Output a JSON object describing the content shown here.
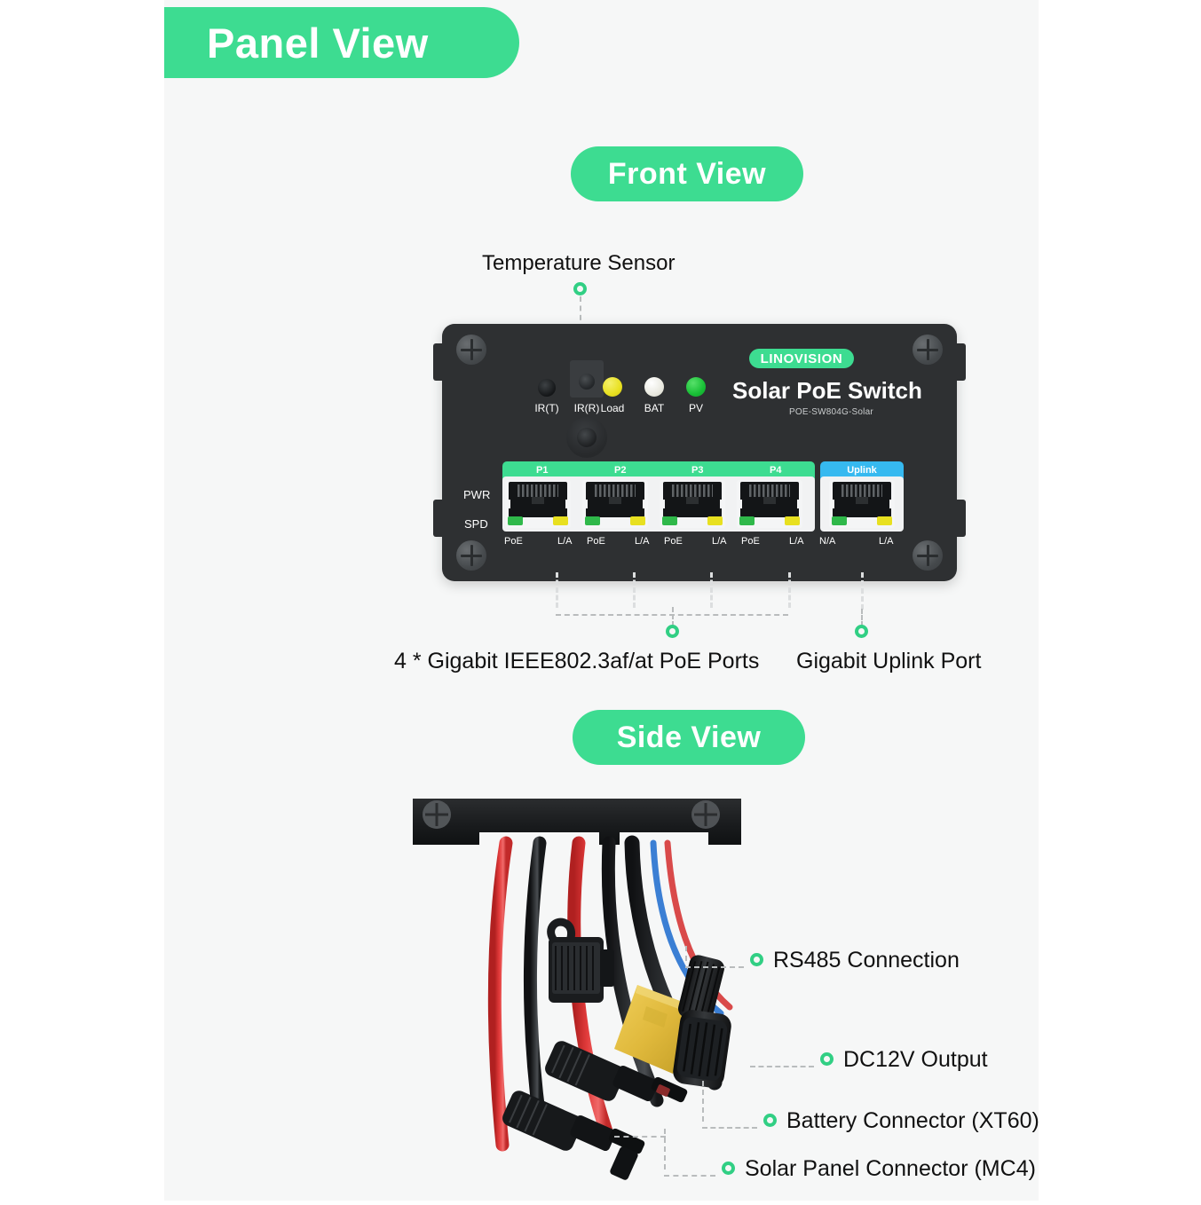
{
  "theme": {
    "accent_green": "#3ddc91",
    "dot_green": "#31cf84",
    "uplink_blue": "#36b9f0",
    "panel_bg": "#f6f7f7",
    "device_body": "#2e3032"
  },
  "badges": {
    "panel_view": "Panel View",
    "front_view": "Front View",
    "side_view": "Side View"
  },
  "front_view": {
    "callouts": {
      "temperature_sensor": "Temperature Sensor",
      "poe_ports": "4 * Gigabit IEEE802.3af/at PoE Ports",
      "uplink_port": "Gigabit Uplink Port"
    },
    "device": {
      "brand": "LINOVISION",
      "title": "Solar PoE Switch",
      "model": "POE-SW804G-Solar",
      "indicators": [
        {
          "label": "IR(T)",
          "type": "ir-receiver"
        },
        {
          "label": "IR(R)",
          "type": "ir-button"
        },
        {
          "label": "Load",
          "type": "led",
          "color": "yellow"
        },
        {
          "label": "BAT",
          "type": "led",
          "color": "white"
        },
        {
          "label": "PV",
          "type": "led",
          "color": "green"
        }
      ],
      "side_indicators": [
        {
          "label": "PWR",
          "color": "green"
        },
        {
          "label": "SPD",
          "color": "green"
        }
      ],
      "ports": [
        {
          "name": "P1",
          "group": "poe",
          "leds": [
            "PoE",
            "L/A"
          ]
        },
        {
          "name": "P2",
          "group": "poe",
          "leds": [
            "PoE",
            "L/A"
          ]
        },
        {
          "name": "P3",
          "group": "poe",
          "leds": [
            "PoE",
            "L/A"
          ]
        },
        {
          "name": "P4",
          "group": "poe",
          "leds": [
            "PoE",
            "L/A"
          ]
        },
        {
          "name": "Uplink",
          "group": "uplink",
          "leds": [
            "N/A",
            "L/A"
          ]
        }
      ],
      "led_row_labels": [
        "PoE",
        "L/A",
        "PoE",
        "L/A",
        "PoE",
        "L/A",
        "PoE",
        "L/A",
        "N/A",
        "L/A"
      ]
    }
  },
  "side_view": {
    "callouts": {
      "rs485": "RS485 Connection",
      "dc12v": "DC12V Output",
      "battery": "Battery Connector (XT60)",
      "solar": "Solar Panel Connector (MC4)"
    }
  }
}
